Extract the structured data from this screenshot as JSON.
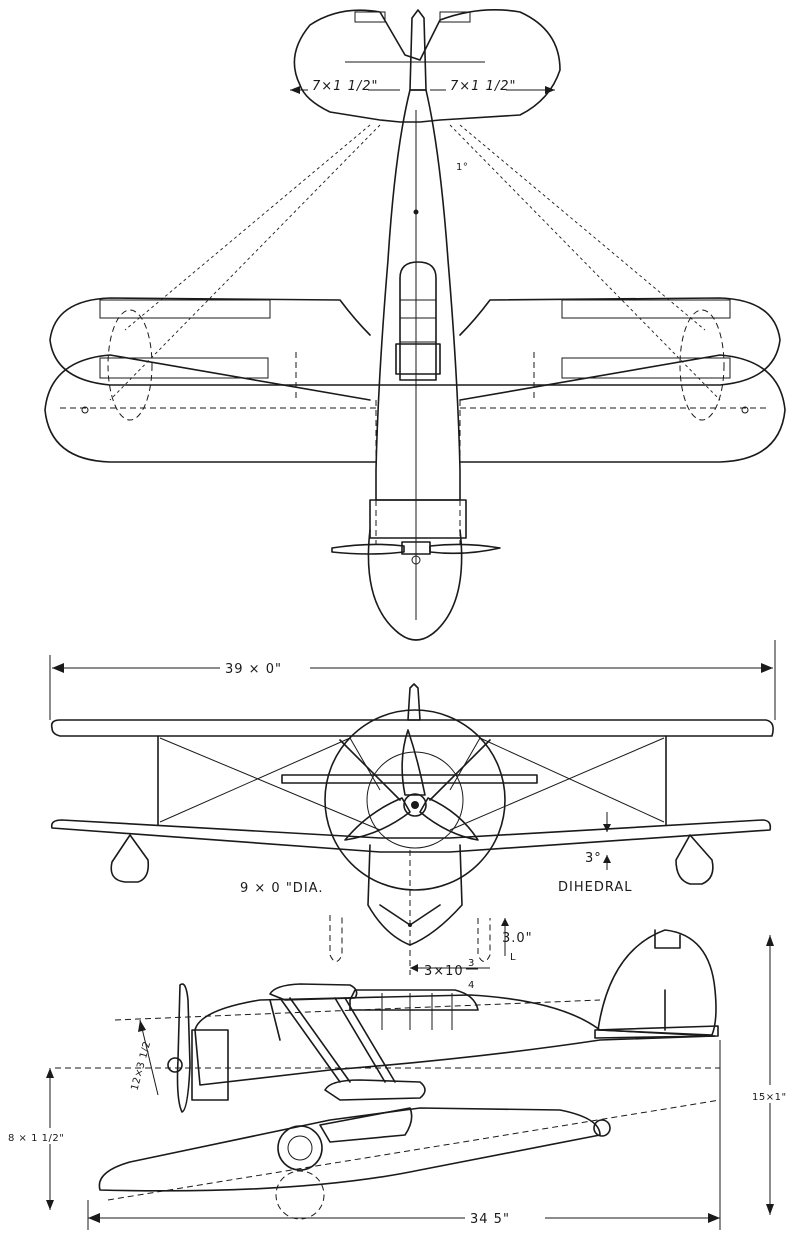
{
  "top_view": {
    "stabilizer_left_label": "7×1 1/2\"",
    "stabilizer_right_label": "7×1 1/2\"",
    "fin_offset_label": "1°"
  },
  "front_view": {
    "span_label": "39 × 0\"",
    "propeller_label": "9 × 0 \"DIA.",
    "dihedral_angle_label": "3°",
    "dihedral_word_label": "DIHEDRAL",
    "tread_label": "3×10",
    "tread_fraction_num": "3",
    "tread_fraction_den": "4",
    "float_label": "3.0\"",
    "float_sub_label": "L"
  },
  "side_view": {
    "height_label": "15×1\"",
    "prop_height_label": "12×3 1/2",
    "nose_height_label": "8 × 1 1/2\"",
    "length_label": "34   5\""
  }
}
